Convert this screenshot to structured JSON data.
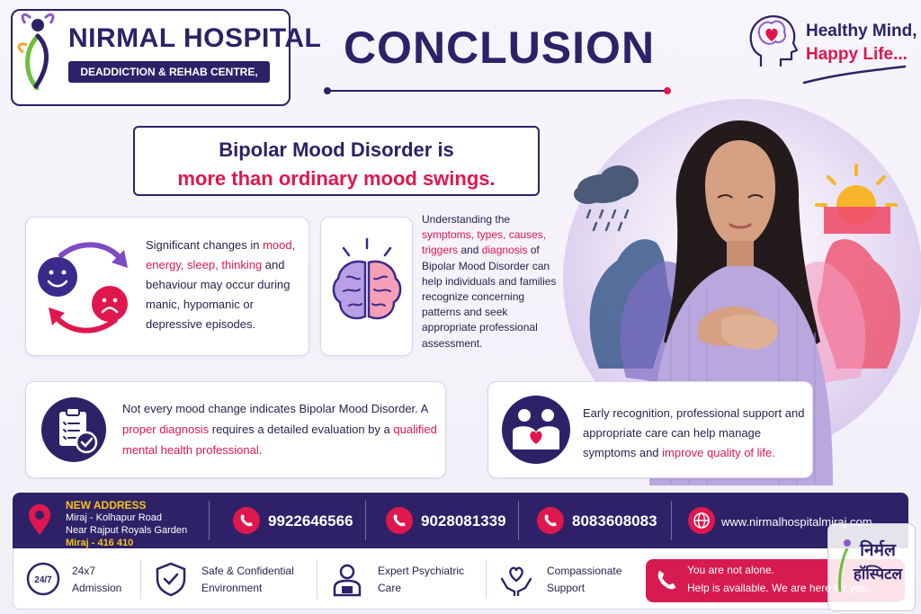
{
  "brand": {
    "name": "NIRMAL HOSPITAL",
    "subtitle": "DEADDICTION & REHAB CENTRE, MIRAJ"
  },
  "title": "CONCLUSION",
  "tagline": {
    "line1": "Healthy Mind,",
    "line2": "Happy Life..."
  },
  "headline": {
    "line1": "Bipolar Mood Disorder is",
    "line2": "more than ordinary mood swings."
  },
  "card1": {
    "t1": "Significant changes in ",
    "h1": "mood,",
    "h2": "energy,",
    "h3": "sleep,",
    "h4": "thinking",
    "t2": " and behaviour may occur during manic, hypomanic or depressive episodes."
  },
  "card2": {
    "t1": "Understanding the",
    "h1": "symptoms, types, causes, triggers",
    "t2": " and ",
    "h2": "diagnosis",
    "t3": " of Bipolar Mood Disorder can help individuals and families recognize concerning patterns and seek appropriate professional assessment."
  },
  "card3": {
    "t1": "Not every mood change indicates Bipolar Mood Disorder. A ",
    "h1": "proper diagnosis",
    "t2": " requires a detailed evaluation by a ",
    "h2": "qualified mental health professional",
    "t3": "."
  },
  "card4": {
    "t1": "Early recognition, professional support and appropriate care can help manage symptoms and ",
    "h1": "improve quality of life."
  },
  "footer": {
    "address_title": "NEW ADDRESS",
    "address_1": "Miraj - Kolhapur Road",
    "address_2": "Near Rajput Royals Garden",
    "address_3": "Miraj - 416 410",
    "phones": [
      "9922646566",
      "9028081339",
      "8083608083"
    ],
    "website": "www.nirmalhospitalmiraj.com",
    "features": [
      {
        "l1": "24x7",
        "l2": "Admission",
        "badge": "24/7"
      },
      {
        "l1": "Safe & Confidential",
        "l2": "Environment"
      },
      {
        "l1": "Expert Psychiatric",
        "l2": "Care"
      },
      {
        "l1": "Compassionate",
        "l2": "Support"
      }
    ],
    "support_1": "You are not alone.",
    "support_2": "Help is available. We are here for you."
  },
  "stamp": {
    "l1": "निर्मल",
    "l2": "हॉस्पिटल"
  },
  "colors": {
    "navy": "#2e2168",
    "accent": "#e0174f",
    "yellow": "#f5c518",
    "lavender": "#b9a7dd"
  },
  "icons": [
    "mood-cycle-icon",
    "brain-icon",
    "clipboard-check-icon",
    "family-heart-icon",
    "location-pin-icon",
    "phone-icon",
    "globe-icon",
    "shield-check-icon",
    "doctor-icon",
    "hands-heart-icon",
    "head-heart-icon"
  ]
}
